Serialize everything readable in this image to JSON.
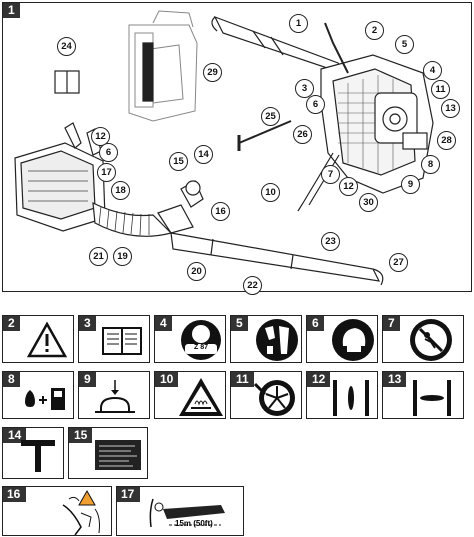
{
  "main_figure": {
    "label": "1",
    "callouts": [
      "1",
      "2",
      "3",
      "4",
      "5",
      "6",
      "11",
      "13",
      "28",
      "8",
      "9",
      "30",
      "12",
      "7",
      "26",
      "10",
      "25",
      "29",
      "24",
      "12",
      "6",
      "17",
      "18",
      "21",
      "19",
      "20",
      "22",
      "23",
      "27",
      "15",
      "14",
      "16"
    ]
  },
  "symbol_panels": [
    {
      "label": "2",
      "icon": "warning-triangle-icon"
    },
    {
      "label": "3",
      "icon": "read-manual-icon"
    },
    {
      "label": "4",
      "icon": "ear-eye-protection-icon",
      "text": "Z 87"
    },
    {
      "label": "5",
      "icon": "protective-clothing-icon"
    },
    {
      "label": "6",
      "icon": "head-protection-icon"
    },
    {
      "label": "7",
      "icon": "no-bystanders-icon"
    },
    {
      "label": "8",
      "icon": "fuel-mix-icon"
    },
    {
      "label": "9",
      "icon": "primer-bulb-icon"
    },
    {
      "label": "10",
      "icon": "hot-surface-icon"
    },
    {
      "label": "11",
      "icon": "rotating-fan-icon"
    },
    {
      "label": "12",
      "icon": "choke-open-icon"
    },
    {
      "label": "13",
      "icon": "choke-closed-icon"
    },
    {
      "label": "14",
      "icon": "stop-t-icon"
    },
    {
      "label": "15",
      "icon": "product-label-icon"
    },
    {
      "label": "16",
      "icon": "operator-warning-icon"
    },
    {
      "label": "17",
      "icon": "safety-distance-icon",
      "text": "15m (50ft)"
    }
  ]
}
